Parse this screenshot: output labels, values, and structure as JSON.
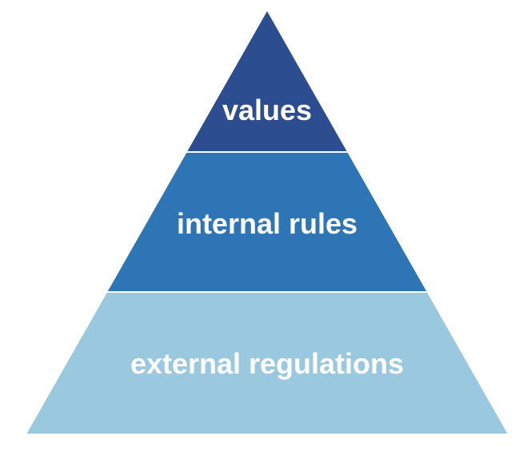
{
  "diagram": {
    "type": "pyramid",
    "background_color": "#ffffff",
    "divider_color": "#ffffff",
    "label_color": "#ffffff",
    "layers": [
      {
        "label": "values",
        "color": "#2d4d91"
      },
      {
        "label": "internal rules",
        "color": "#2e75b5"
      },
      {
        "label": "external regulations",
        "color": "#9ac8de"
      }
    ]
  }
}
